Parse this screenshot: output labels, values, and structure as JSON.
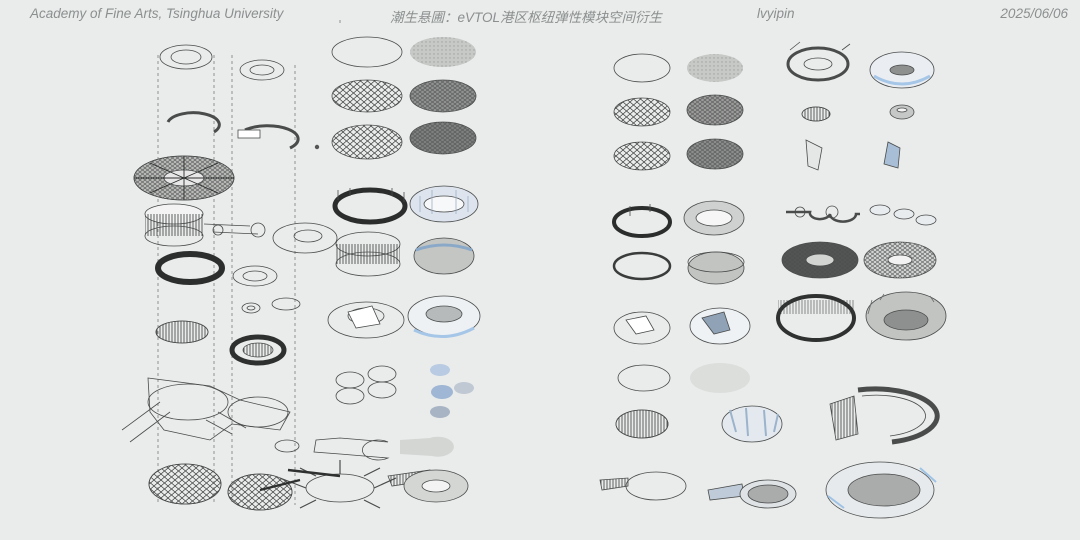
{
  "header": {
    "institution": "Academy of Fine Arts, Tsinghua University",
    "title": "潮生悬圃：eVTOL港区枢纽弹性模块空间衍生",
    "author": "lvyipin",
    "date": "2025/06/06"
  },
  "colors": {
    "background": "#e9eceb",
    "line": "#4a4c4c",
    "fill_gray": "#bfc1bf",
    "fill_dark": "#6a6d6c",
    "accent_blue": "#9fc3e6",
    "header_text": "#8c8f8f"
  }
}
